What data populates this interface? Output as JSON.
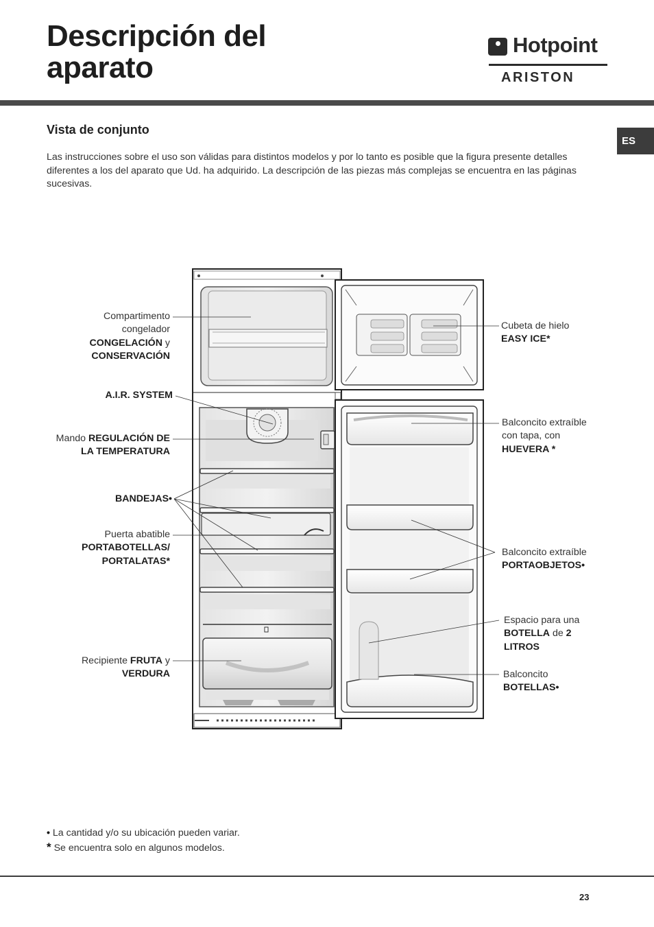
{
  "header": {
    "title_line1": "Descripción del",
    "title_line2": "aparato",
    "logo_word": "Hotpoint",
    "logo_sub": "ARISTON"
  },
  "language_tab": "ES",
  "section": {
    "title": "Vista de conjunto",
    "intro": "Las instrucciones sobre el uso son válidas para distintos modelos y por lo tanto es posible que la figura presente detalles diferentes a los del aparato que Ud. ha adquirido. La descripción de las piezas más complejas se encuentra en las páginas sucesivas."
  },
  "labels": {
    "freezer": {
      "l1": "Compartimento",
      "l2": "congelador",
      "l3_bold": "CONGELACIÓN",
      "l3_tail": " y",
      "l4_bold": "CONSERVACIÓN"
    },
    "air_system": "A.I.R. SYSTEM",
    "thermostat": {
      "l1_pre": "Mando ",
      "l1_bold": "REGULACIÓN DE",
      "l2_bold": "LA TEMPERATURA"
    },
    "shelves": "BANDEJAS•",
    "flap": {
      "l1": "Puerta abatible",
      "l2_bold": "PORTABOTELLAS/",
      "l3_bold": "PORTALATAS",
      "l3_star": "*"
    },
    "crisper": {
      "l1_pre": "Recipiente ",
      "l1_bold": "FRUTA",
      "l1_tail": " y",
      "l2_bold": "VERDURA"
    },
    "ice": {
      "l1": "Cubeta de hielo",
      "l2_bold": "EASY ICE",
      "l2_star": "*"
    },
    "egg_shelf": {
      "l1": "Balconcito extraíble",
      "l2": "con tapa, con",
      "l3_bold": "HUEVERA",
      "l3_star": " *"
    },
    "object_shelf": {
      "l1": "Balconcito extraíble",
      "l2_bold": "PORTAOBJETOS•"
    },
    "bottle_space": {
      "l1": "Espacio para una",
      "l2_bold": "BOTELLA",
      "l2_mid": " de ",
      "l2_bold2": "2",
      "l3_bold": "LITROS"
    },
    "bottle_shelf": {
      "l1": "Balconcito",
      "l2_bold": "BOTELLAS•"
    }
  },
  "footnotes": {
    "bullet_symbol": "•",
    "bullet_text": " La cantidad y/o su ubicación pueden variar.",
    "star_symbol": "*",
    "star_text": " Se encuentra solo en algunos modelos."
  },
  "page_number": "23"
}
